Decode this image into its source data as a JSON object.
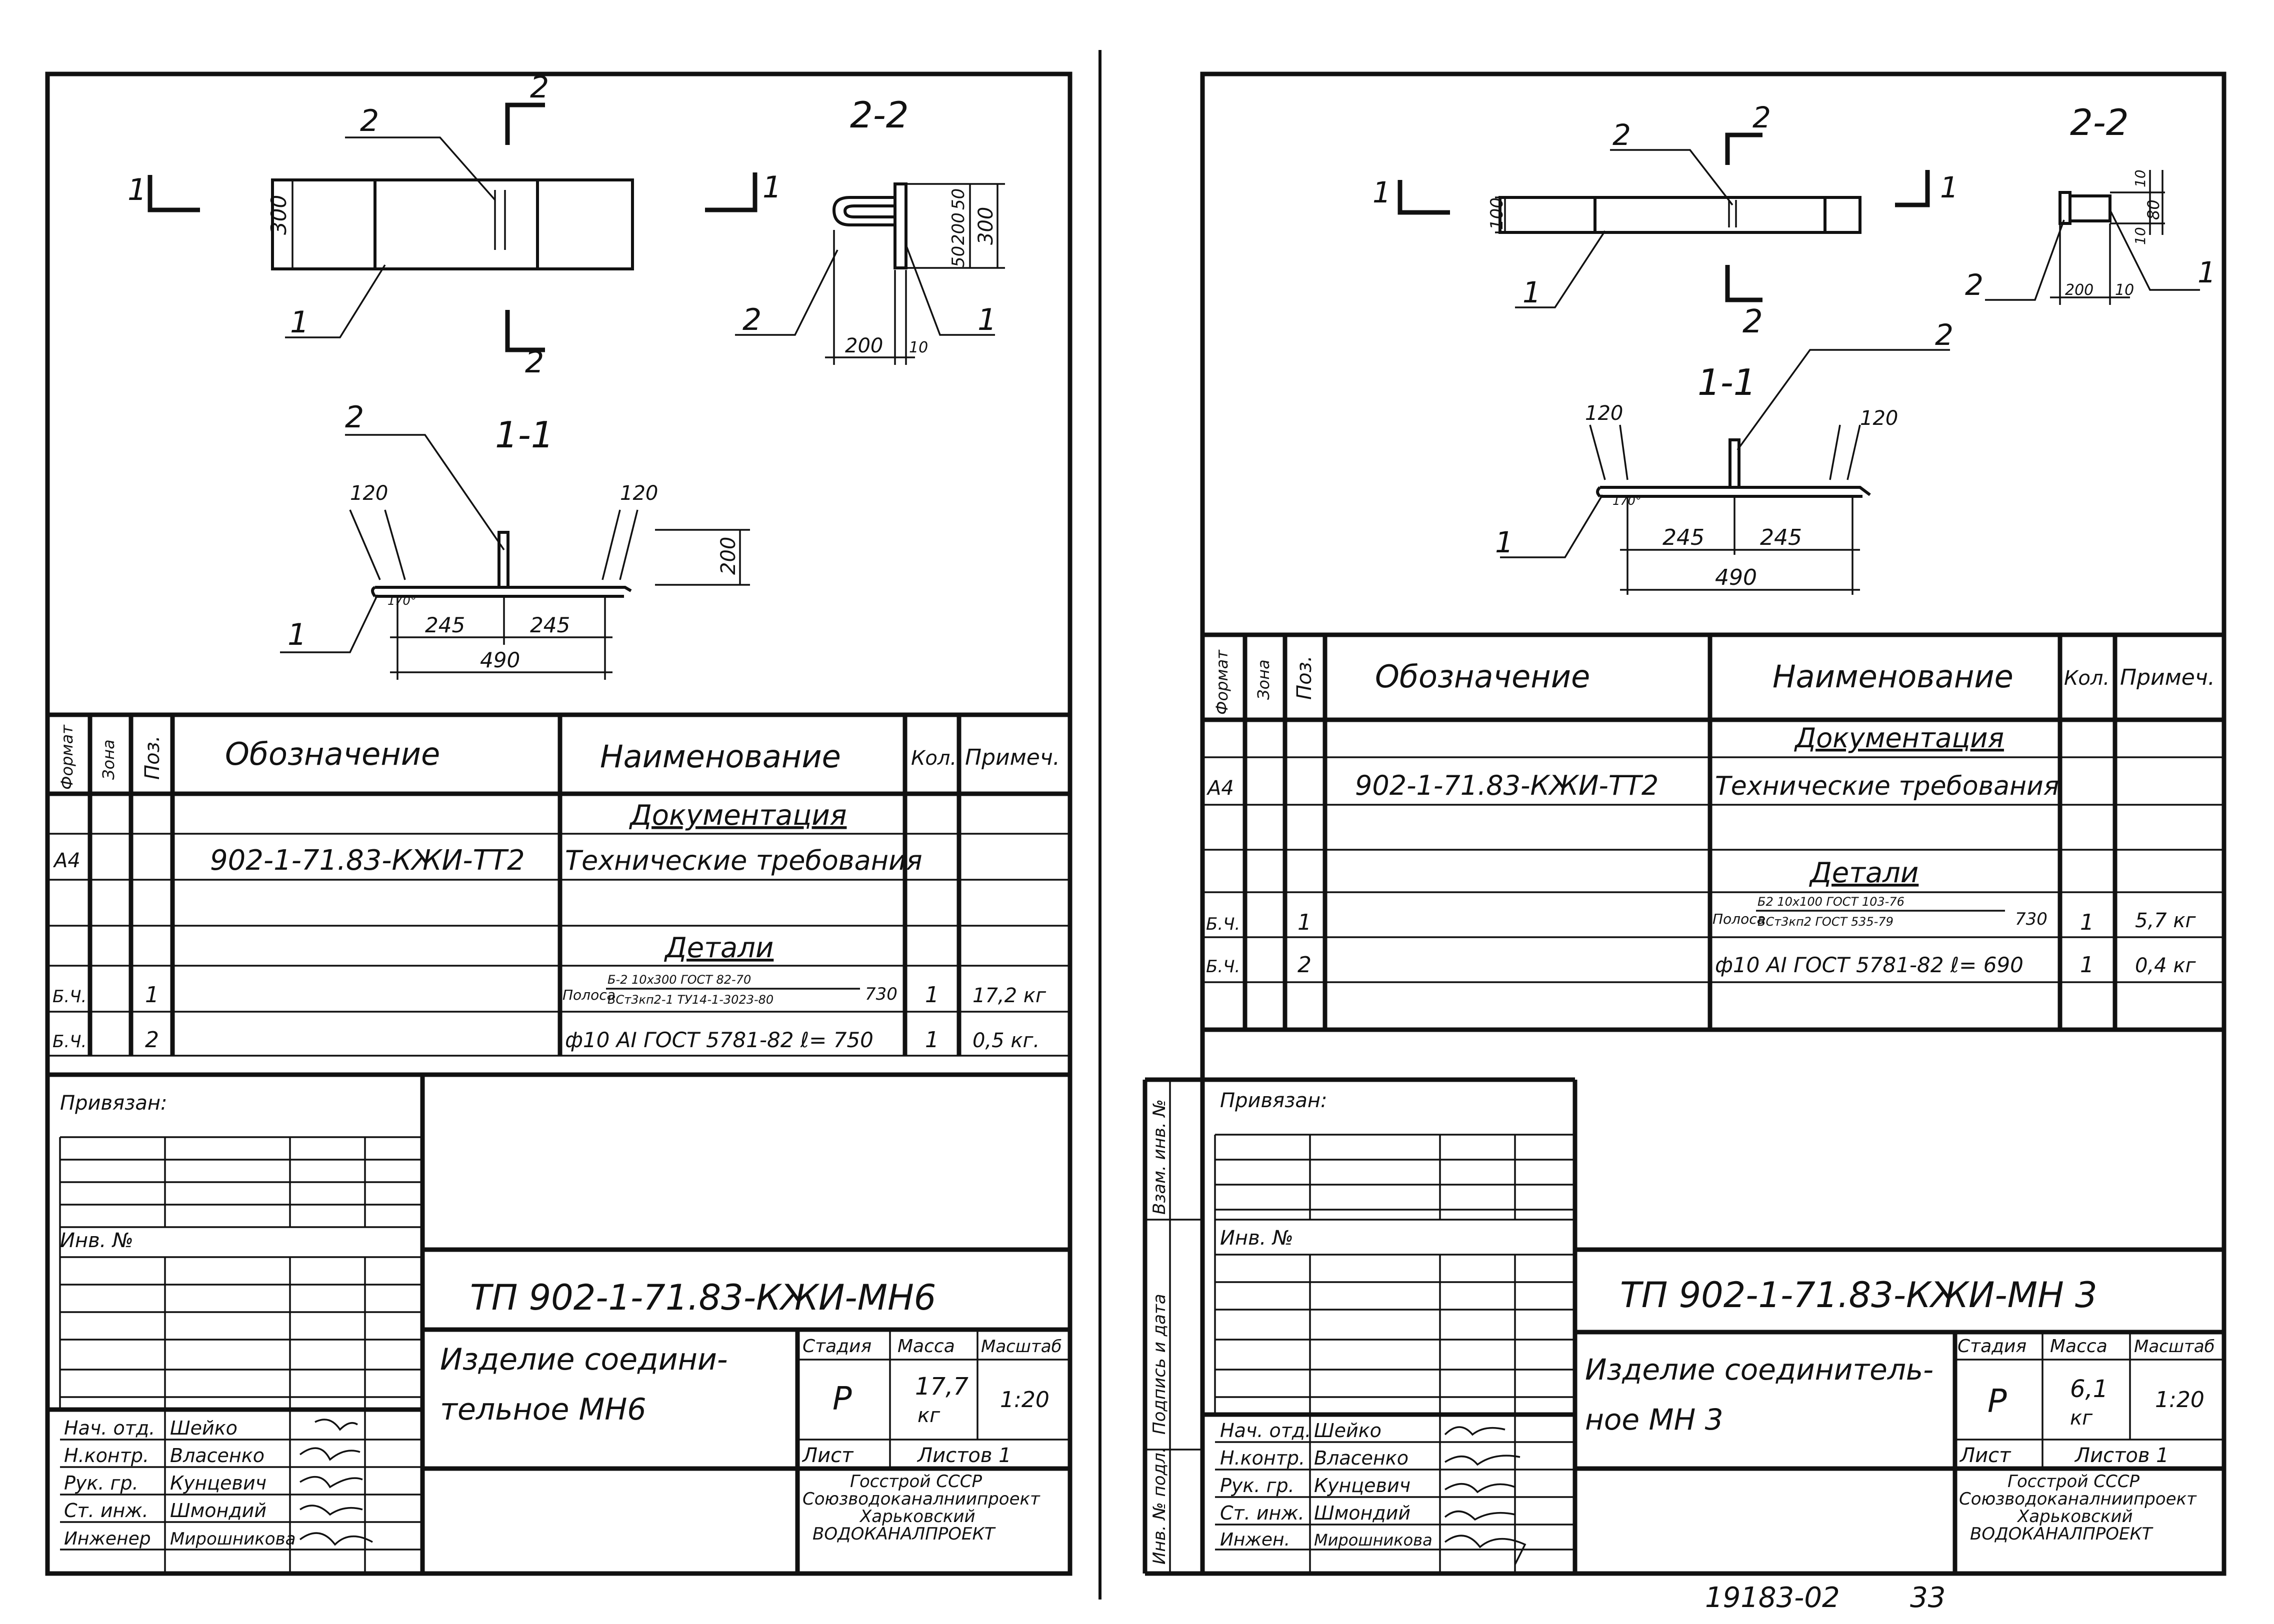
{
  "sheets": [
    {
      "section_a": {
        "arrow_top": "2",
        "arrow_bottom": "2",
        "arrow_left": "1",
        "pos1": "1",
        "pos2": "2",
        "dim_height": "300"
      },
      "section_22": {
        "title": "2-2",
        "arrow": "1",
        "pos1": "1",
        "pos2": "2",
        "dim_top": "50",
        "dim_mid": "200",
        "dim_total": "300",
        "dim_bottom": "50",
        "dim_width": "200",
        "dim_plate": "10"
      },
      "section_11": {
        "title": "1-1",
        "pos1": "1",
        "pos2": "2",
        "dim_end_left": "120",
        "dim_end_right": "120",
        "dim_height": "200",
        "angle": "170°",
        "dim_half_left": "245",
        "dim_half_right": "245",
        "dim_total": "490"
      },
      "spec": {
        "headers": {
          "format": "Формат",
          "zone": "Зона",
          "pos": "Поз.",
          "designation": "Обозначение",
          "name": "Наименование",
          "qty": "Кол.",
          "note": "Примеч."
        },
        "section_docs": "Документация",
        "doc_row": {
          "format": "А4",
          "designation": "902-1-71.83-КЖИ-ТТ2",
          "name": "Технические требования"
        },
        "section_details": "Детали",
        "rows": [
          {
            "format": "Б.Ч.",
            "pos": "1",
            "name_main": "Полоса",
            "frac_top": "Б-2 10х300 ГОСТ 82-70",
            "frac_bottom": "ВСт3кп2-1 ТУ14-1-3023-80",
            "size": "730",
            "qty": "1",
            "note": "17,2 кг"
          },
          {
            "format": "Б.Ч.",
            "pos": "2",
            "name": "ф10 АI ГОСТ 5781-82 ℓ= 750",
            "qty": "1",
            "note": "0,5 кг."
          }
        ]
      },
      "title_block": {
        "attached": "Привязан:",
        "inv": "Инв. №",
        "code": "ТП 902-1-71.83-КЖИ-МН6",
        "item_line1": "Изделие соедини-",
        "item_line2": "тельное   МН6",
        "stage_label": "Стадия",
        "mass_label": "Масса",
        "scale_label": "Масштаб",
        "stage": "Р",
        "mass": "17,7",
        "mass_unit": "кг",
        "scale": "1:20",
        "sheet_label": "Лист",
        "sheets_label": "Листов 1",
        "org1": "Госстрой СССР",
        "org2": "Союзводоканалниипроект",
        "org3": "Харьковский",
        "org4": "ВОДОКАНАЛПРОЕКТ",
        "roles": [
          {
            "role": "Нач. отд.",
            "name": "Шейко"
          },
          {
            "role": "Н.контр.",
            "name": "Власенко"
          },
          {
            "role": "Рук. гр.",
            "name": "Кунцевич"
          },
          {
            "role": "Ст. инж.",
            "name": "Шмондий"
          },
          {
            "role": "Инженер",
            "name": "Мирошникова"
          }
        ]
      }
    },
    {
      "section_a": {
        "arrow_top": "2",
        "arrow_bottom": "2",
        "arrow_left": "1",
        "arrow_right": "1",
        "pos1": "1",
        "pos2": "2",
        "dim_height": "100"
      },
      "section_22": {
        "title": "2-2",
        "pos1": "1",
        "pos2": "2",
        "dim_top": "10",
        "dim_mid": "80",
        "dim_bottom": "10",
        "dim_width": "200",
        "dim_plate": "10"
      },
      "section_11": {
        "title": "1-1",
        "pos1": "1",
        "pos2": "2",
        "dim_end_left": "120",
        "dim_end_right": "120",
        "angle": "170°",
        "dim_half_left": "245",
        "dim_half_right": "245",
        "dim_total": "490"
      },
      "spec": {
        "headers": {
          "format": "Формат",
          "zone": "Зона",
          "pos": "Поз.",
          "designation": "Обозначение",
          "name": "Наименование",
          "qty": "Кол.",
          "note": "Примеч."
        },
        "section_docs": "Документация",
        "doc_row": {
          "format": "А4",
          "designation": "902-1-71.83-КЖИ-ТТ2",
          "name": "Технические требования"
        },
        "section_details": "Детали",
        "rows": [
          {
            "format": "Б.Ч.",
            "pos": "1",
            "name_main": "Полоса",
            "frac_top": "Б2 10х100 ГОСТ 103-76",
            "frac_bottom": "ВСт3кп2 ГОСТ 535-79",
            "size": "730",
            "qty": "1",
            "note": "5,7 кг"
          },
          {
            "format": "Б.Ч.",
            "pos": "2",
            "name": "ф10 АI ГОСТ 5781-82 ℓ= 690",
            "qty": "1",
            "note": "0,4 кг"
          }
        ]
      },
      "side_stamp": {
        "inv_orig": "Инв. № подл.",
        "sign_date": "Подпись и дата",
        "replace_inv": "Взам. инв. №"
      },
      "title_block": {
        "attached": "Привязан:",
        "inv": "Инв. №",
        "code": "ТП 902-1-71.83-КЖИ-МН 3",
        "item_line1": "Изделие соединитель-",
        "item_line2": "ное   МН 3",
        "stage_label": "Стадия",
        "mass_label": "Масса",
        "scale_label": "Масштаб",
        "stage": "Р",
        "mass": "6,1",
        "mass_unit": "кг",
        "scale": "1:20",
        "sheet_label": "Лист",
        "sheets_label": "Листов 1",
        "org1": "Госстрой СССР",
        "org2": "Союзводоканалниипроект",
        "org3": "Харьковский",
        "org4": "ВОДОКАНАЛПРОЕКТ",
        "roles": [
          {
            "role": "Нач. отд.",
            "name": "Шейко"
          },
          {
            "role": "Н.контр.",
            "name": "Власенко"
          },
          {
            "role": "Рук. гр.",
            "name": "Кунцевич"
          },
          {
            "role": "Ст. инж.",
            "name": "Шмондий"
          },
          {
            "role": "Инжен.",
            "name": "Мирошникова"
          }
        ]
      }
    }
  ],
  "footer": {
    "archive_no": "19183-02",
    "page_no": "33"
  }
}
